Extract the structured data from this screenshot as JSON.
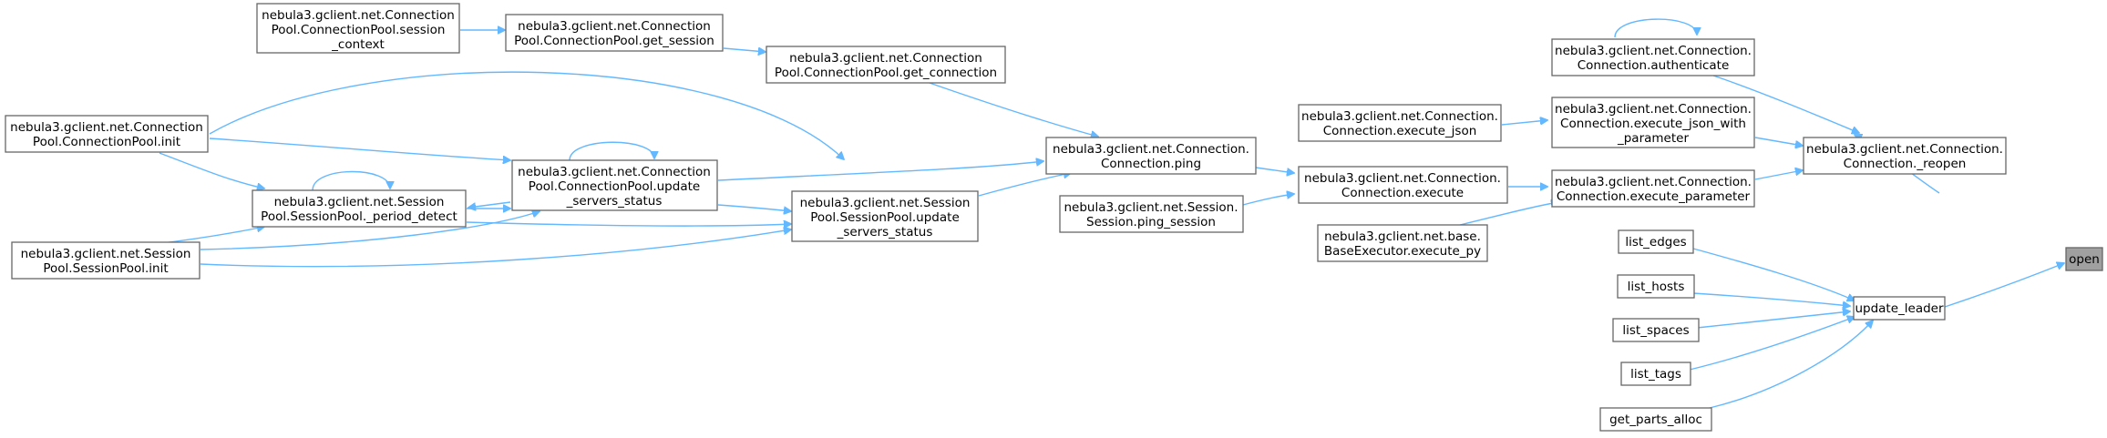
{
  "colors": {
    "edge": "#63b8ff",
    "node_border": "#666666",
    "active_fill": "#a0a0a0",
    "background": "#ffffff"
  },
  "nodes": {
    "cp_session_ctx": {
      "lines": [
        "nebula3.gclient.net.Connection",
        "Pool.ConnectionPool.session",
        "_context"
      ]
    },
    "cp_get_session": {
      "lines": [
        "nebula3.gclient.net.Connection",
        "Pool.ConnectionPool.get_session"
      ]
    },
    "cp_get_connection": {
      "lines": [
        "nebula3.gclient.net.Connection",
        "Pool.ConnectionPool.get_connection"
      ]
    },
    "cp_init": {
      "lines": [
        "nebula3.gclient.net.Connection",
        "Pool.ConnectionPool.init"
      ]
    },
    "sp_period_detect": {
      "lines": [
        "nebula3.gclient.net.Session",
        "Pool.SessionPool._period_detect"
      ]
    },
    "sp_init": {
      "lines": [
        "nebula3.gclient.net.Session",
        "Pool.SessionPool.init"
      ]
    },
    "cp_update_status": {
      "lines": [
        "nebula3.gclient.net.Connection",
        "Pool.ConnectionPool.update",
        "_servers_status"
      ]
    },
    "sp_update_status": {
      "lines": [
        "nebula3.gclient.net.Session",
        "Pool.SessionPool.update",
        "_servers_status"
      ]
    },
    "conn_ping": {
      "lines": [
        "nebula3.gclient.net.Connection.",
        "Connection.ping"
      ]
    },
    "sess_ping": {
      "lines": [
        "nebula3.gclient.net.Session.",
        "Session.ping_session"
      ]
    },
    "conn_exec_json": {
      "lines": [
        "nebula3.gclient.net.Connection.",
        "Connection.execute_json"
      ]
    },
    "conn_execute": {
      "lines": [
        "nebula3.gclient.net.Connection.",
        "Connection.execute"
      ]
    },
    "base_exec_py": {
      "lines": [
        "nebula3.gclient.net.base.",
        "BaseExecutor.execute_py"
      ]
    },
    "conn_auth": {
      "lines": [
        "nebula3.gclient.net.Connection.",
        "Connection.authenticate"
      ]
    },
    "conn_exec_json_param": {
      "lines": [
        "nebula3.gclient.net.Connection.",
        "Connection.execute_json_with",
        "_parameter"
      ]
    },
    "conn_exec_param": {
      "lines": [
        "nebula3.gclient.net.Connection.",
        "Connection.execute_parameter"
      ]
    },
    "conn_reopen": {
      "lines": [
        "nebula3.gclient.net.Connection.",
        "Connection._reopen"
      ]
    },
    "list_edges": {
      "lines": [
        "list_edges"
      ]
    },
    "list_hosts": {
      "lines": [
        "list_hosts"
      ]
    },
    "list_spaces": {
      "lines": [
        "list_spaces"
      ]
    },
    "list_tags": {
      "lines": [
        "list_tags"
      ]
    },
    "get_parts_alloc": {
      "lines": [
        "get_parts_alloc"
      ]
    },
    "update_leader": {
      "lines": [
        "update_leader"
      ]
    },
    "open": {
      "lines": [
        "open"
      ]
    }
  }
}
